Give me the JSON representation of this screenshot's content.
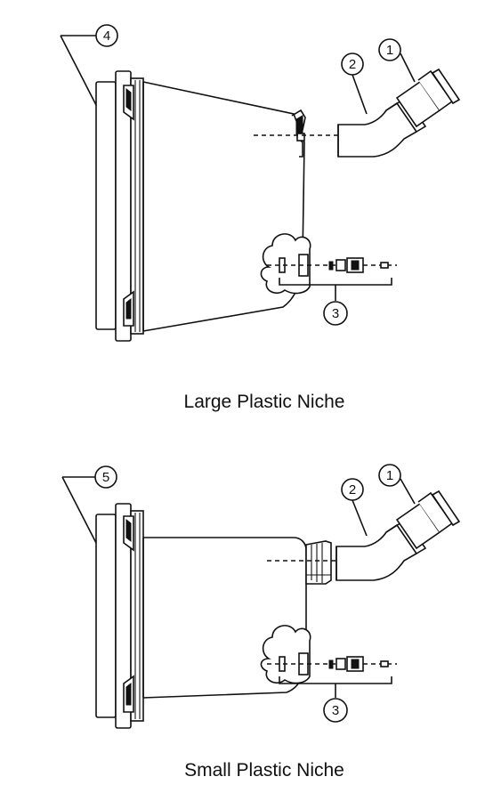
{
  "diagrams": [
    {
      "caption": "Large Plastic Niche",
      "callouts": {
        "niche": "4",
        "elbow": "2",
        "fitting": "1",
        "hardware": "3"
      }
    },
    {
      "caption": "Small Plastic Niche",
      "callouts": {
        "niche": "5",
        "elbow": "2",
        "fitting": "1",
        "hardware": "3"
      }
    }
  ]
}
